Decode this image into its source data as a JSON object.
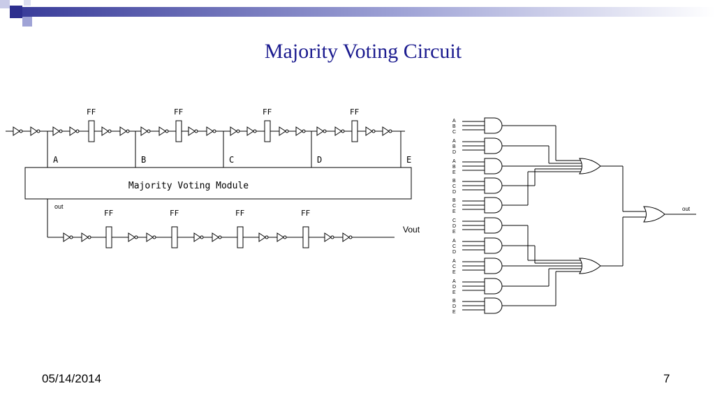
{
  "slide": {
    "title": "Majority Voting Circuit",
    "date": "05/14/2014",
    "page_number": "7"
  },
  "left_diagram": {
    "ff_label": "FF",
    "taps": [
      "A",
      "B",
      "C",
      "D",
      "E"
    ],
    "module_label": "Majority Voting Module",
    "out_label": "out",
    "vout_label": "Vout"
  },
  "right_diagram": {
    "and_gate_inputs": [
      [
        "A",
        "B",
        "C"
      ],
      [
        "A",
        "B",
        "D"
      ],
      [
        "A",
        "B",
        "E"
      ],
      [
        "B",
        "C",
        "D"
      ],
      [
        "B",
        "C",
        "E"
      ],
      [
        "C",
        "D",
        "E"
      ],
      [
        "A",
        "C",
        "D"
      ],
      [
        "A",
        "C",
        "E"
      ],
      [
        "A",
        "D",
        "E"
      ],
      [
        "B",
        "D",
        "E"
      ]
    ],
    "out_label": "out"
  },
  "colors": {
    "title": "#1b1b8f",
    "bar_dark": "#3a3d9a",
    "bar_light": "#ffffff",
    "square_dark": "#2d2f8e",
    "square_light": "#9fa3d6",
    "wire": "#000000"
  }
}
